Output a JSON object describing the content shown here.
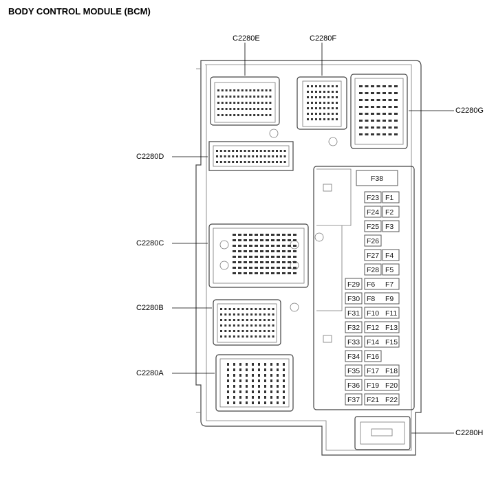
{
  "title": "BODY CONTROL MODULE (BCM)",
  "connectors": {
    "e": "C2280E",
    "f": "C2280F",
    "g": "C2280G",
    "d": "C2280D",
    "c": "C2280C",
    "b": "C2280B",
    "a": "C2280A",
    "h": "C2280H"
  },
  "fuses": {
    "top": "F38",
    "rows": [
      {
        "left": null,
        "mid": "F23",
        "right": "F1",
        "paired": false
      },
      {
        "left": null,
        "mid": "F24",
        "right": "F2",
        "paired": false
      },
      {
        "left": null,
        "mid": "F25",
        "right": "F3",
        "paired": false
      },
      {
        "left": null,
        "mid": "F26",
        "right": null,
        "paired": false
      },
      {
        "left": null,
        "mid": "F27",
        "right": "F4",
        "paired": false
      },
      {
        "left": null,
        "mid": "F28",
        "right": "F5",
        "paired": false
      },
      {
        "left": "F29",
        "mid": "F6",
        "right": "F7",
        "paired": true
      },
      {
        "left": "F30",
        "mid": "F8",
        "right": "F9",
        "paired": true
      },
      {
        "left": "F31",
        "mid": "F10",
        "right": "F11",
        "paired": true
      },
      {
        "left": "F32",
        "mid": "F12",
        "right": "F13",
        "paired": true
      },
      {
        "left": "F33",
        "mid": "F14",
        "right": "F15",
        "paired": true
      },
      {
        "left": "F34",
        "mid": "F16",
        "right": null,
        "paired": false
      },
      {
        "left": "F35",
        "mid": "F17",
        "right": "F18",
        "paired": true
      },
      {
        "left": "F36",
        "mid": "F19",
        "right": "F20",
        "paired": true
      },
      {
        "left": "F37",
        "mid": "F21",
        "right": "F22",
        "paired": true
      }
    ]
  }
}
